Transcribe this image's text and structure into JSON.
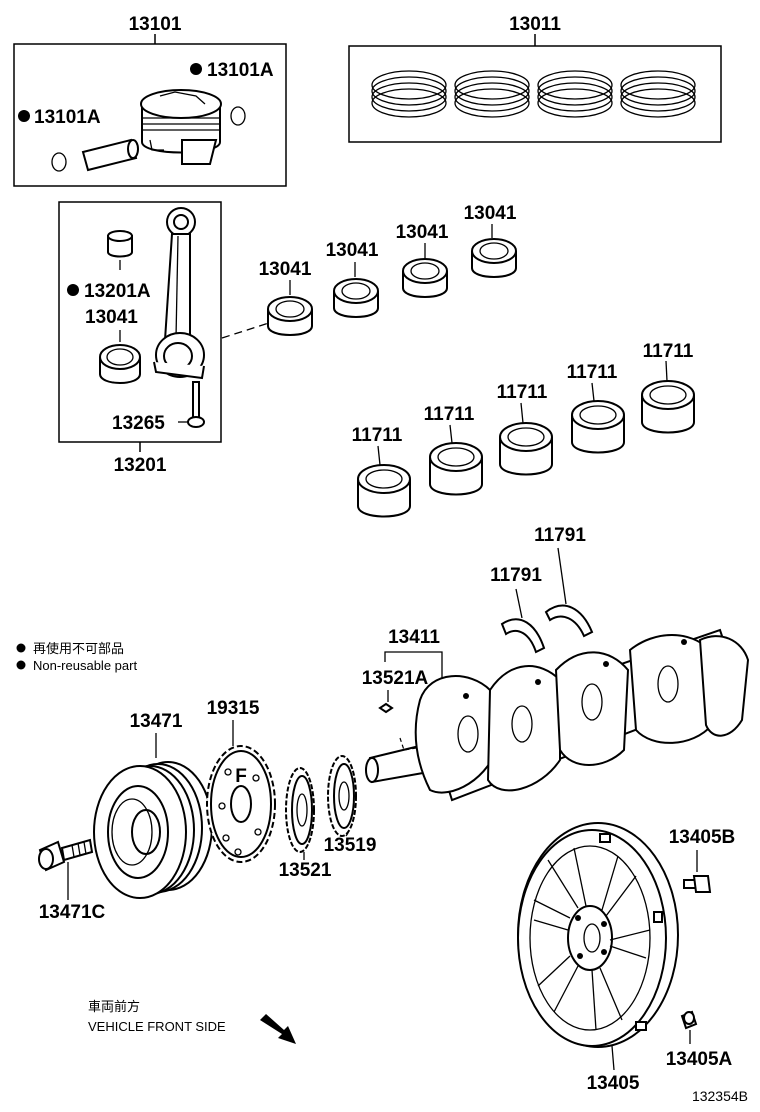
{
  "labels": {
    "piston_set": "13101",
    "piston_snap_ring_right": "13101A",
    "piston_snap_ring_left": "13101A",
    "ring_set": "13011",
    "conrod_assy": "13201",
    "conrod_bushing": "13201A",
    "conrod_bearing_in_box": "13041",
    "conrod_bolt": "13265",
    "conrod_bearings": [
      "13041",
      "13041",
      "13041",
      "13041"
    ],
    "main_bearings": [
      "11711",
      "11711",
      "11711",
      "11711",
      "11711"
    ],
    "thrust_washer_left": "11791",
    "thrust_washer_right": "11791",
    "crankshaft": "13411",
    "crank_key": "13521A",
    "crank_pulley": "13471",
    "pulley_bolt": "13471C",
    "timing_rotor": "19315",
    "crank_gear": "13521",
    "sprocket": "13519",
    "flywheel_bolt": "13405B",
    "flywheel": "13405",
    "flywheel_plate": "13405A",
    "rotor_mark": "F"
  },
  "legend": {
    "line_jp": "再使用不可部品",
    "line_en": "Non-reusable part"
  },
  "direction": {
    "line_jp": "車両前方",
    "line_en": "VEHICLE FRONT SIDE"
  },
  "diagram_id": "132354B"
}
